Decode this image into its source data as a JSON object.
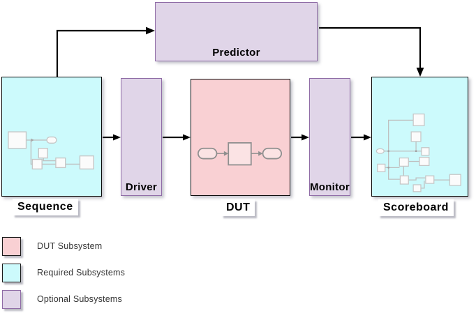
{
  "diagram": {
    "blocks": {
      "predictor": {
        "label": "Predictor",
        "category": "Optional Subsystems"
      },
      "sequence": {
        "label": "Sequence",
        "category": "Required Subsystems"
      },
      "driver": {
        "label": "Driver",
        "category": "Optional Subsystems"
      },
      "dut": {
        "label": "DUT",
        "category": "DUT Subsystem"
      },
      "monitor": {
        "label": "Monitor",
        "category": "Optional Subsystems"
      },
      "scoreboard": {
        "label": "Scoreboard",
        "category": "Required Subsystems"
      }
    },
    "connections": [
      {
        "from": "Sequence",
        "to": "Predictor"
      },
      {
        "from": "Predictor",
        "to": "Scoreboard"
      },
      {
        "from": "Sequence",
        "to": "Driver"
      },
      {
        "from": "Driver",
        "to": "DUT"
      },
      {
        "from": "DUT",
        "to": "Monitor"
      },
      {
        "from": "Monitor",
        "to": "Scoreboard"
      }
    ]
  },
  "legend": {
    "items": [
      {
        "label": "DUT Subsystem",
        "color": "#f9d0d3",
        "border": "#1a1a1a"
      },
      {
        "label": "Required Subsystems",
        "color": "#ccfafc",
        "border": "#1a1a1a"
      },
      {
        "label": "Optional Subsystems",
        "color": "#e0d5e8",
        "border": "#8f6ca6"
      }
    ]
  },
  "colors": {
    "dut_fill": "#f9d0d3",
    "required_fill": "#ccfafc",
    "optional_fill": "#e0d5e8",
    "optional_border": "#8f6ca6",
    "connector": "#000000",
    "background": "#ffffff"
  }
}
